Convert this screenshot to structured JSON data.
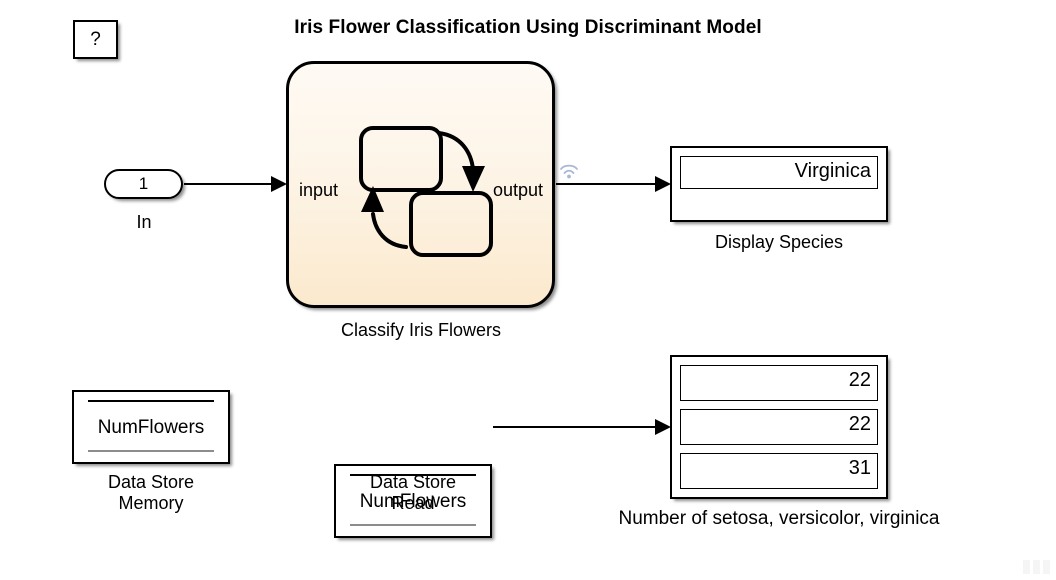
{
  "model": {
    "title": "Iris Flower Classification Using Discriminant Model",
    "help_block_label": "?"
  },
  "blocks": {
    "inport": {
      "port_number": "1",
      "caption": "In"
    },
    "chart": {
      "input_port_label": "input",
      "output_port_label": "output",
      "caption": "Classify Iris Flowers",
      "viewer_badge_icon": "signal-viewer-icon",
      "fill_top_color": "#FEFAF4",
      "fill_bottom_color": "#FBE9CD",
      "border_color": "#000000"
    },
    "display_species": {
      "value": "Virginica",
      "caption": "Display Species"
    },
    "display_counts": {
      "values": [
        "22",
        "22",
        "31"
      ],
      "caption": "Number of setosa, versicolor, virginica"
    },
    "data_store_memory": {
      "name": "NumFlowers",
      "caption": "Data Store\nMemory"
    },
    "data_store_read": {
      "name": "NumFlowers",
      "caption": "Data Store\nRead"
    }
  }
}
